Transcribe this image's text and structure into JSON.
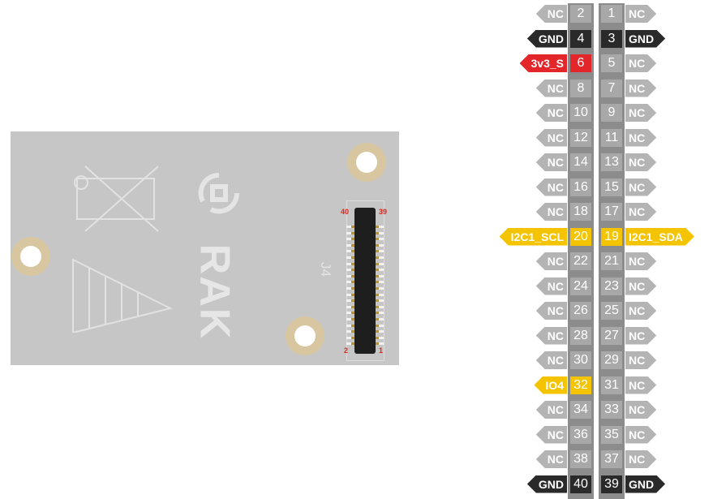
{
  "board": {
    "logo_text": "RAK",
    "connector_label": "J4",
    "connector_pin_labels": {
      "top_left": "40",
      "top_right": "39",
      "bottom_left": "2",
      "bottom_right": "1"
    }
  },
  "colors": {
    "nc": "#b4b4b4",
    "pin": "#a8a8a8",
    "gnd": "#2a2a2a",
    "power": "#e3262a",
    "signal": "#f4c400"
  },
  "pins": [
    {
      "even": "2",
      "even_label": "NC",
      "even_type": "nc",
      "odd": "1",
      "odd_label": "NC",
      "odd_type": "nc"
    },
    {
      "even": "4",
      "even_label": "GND",
      "even_type": "gnd",
      "odd": "3",
      "odd_label": "GND",
      "odd_type": "gnd"
    },
    {
      "even": "6",
      "even_label": "3v3_S",
      "even_type": "power",
      "odd": "5",
      "odd_label": "NC",
      "odd_type": "nc"
    },
    {
      "even": "8",
      "even_label": "NC",
      "even_type": "nc",
      "odd": "7",
      "odd_label": "NC",
      "odd_type": "nc"
    },
    {
      "even": "10",
      "even_label": "NC",
      "even_type": "nc",
      "odd": "9",
      "odd_label": "NC",
      "odd_type": "nc"
    },
    {
      "even": "12",
      "even_label": "NC",
      "even_type": "nc",
      "odd": "11",
      "odd_label": "NC",
      "odd_type": "nc"
    },
    {
      "even": "14",
      "even_label": "NC",
      "even_type": "nc",
      "odd": "13",
      "odd_label": "NC",
      "odd_type": "nc"
    },
    {
      "even": "16",
      "even_label": "NC",
      "even_type": "nc",
      "odd": "15",
      "odd_label": "NC",
      "odd_type": "nc"
    },
    {
      "even": "18",
      "even_label": "NC",
      "even_type": "nc",
      "odd": "17",
      "odd_label": "NC",
      "odd_type": "nc"
    },
    {
      "even": "20",
      "even_label": "I2C1_SCL",
      "even_type": "signal",
      "odd": "19",
      "odd_label": "I2C1_SDA",
      "odd_type": "signal"
    },
    {
      "even": "22",
      "even_label": "NC",
      "even_type": "nc",
      "odd": "21",
      "odd_label": "NC",
      "odd_type": "nc"
    },
    {
      "even": "24",
      "even_label": "NC",
      "even_type": "nc",
      "odd": "23",
      "odd_label": "NC",
      "odd_type": "nc"
    },
    {
      "even": "26",
      "even_label": "NC",
      "even_type": "nc",
      "odd": "25",
      "odd_label": "NC",
      "odd_type": "nc"
    },
    {
      "even": "28",
      "even_label": "NC",
      "even_type": "nc",
      "odd": "27",
      "odd_label": "NC",
      "odd_type": "nc"
    },
    {
      "even": "30",
      "even_label": "NC",
      "even_type": "nc",
      "odd": "29",
      "odd_label": "NC",
      "odd_type": "nc"
    },
    {
      "even": "32",
      "even_label": "IO4",
      "even_type": "signal",
      "odd": "31",
      "odd_label": "NC",
      "odd_type": "nc"
    },
    {
      "even": "34",
      "even_label": "NC",
      "even_type": "nc",
      "odd": "33",
      "odd_label": "NC",
      "odd_type": "nc"
    },
    {
      "even": "36",
      "even_label": "NC",
      "even_type": "nc",
      "odd": "35",
      "odd_label": "NC",
      "odd_type": "nc"
    },
    {
      "even": "38",
      "even_label": "NC",
      "even_type": "nc",
      "odd": "37",
      "odd_label": "NC",
      "odd_type": "nc"
    },
    {
      "even": "40",
      "even_label": "GND",
      "even_type": "gnd",
      "odd": "39",
      "odd_label": "GND",
      "odd_type": "gnd"
    }
  ]
}
